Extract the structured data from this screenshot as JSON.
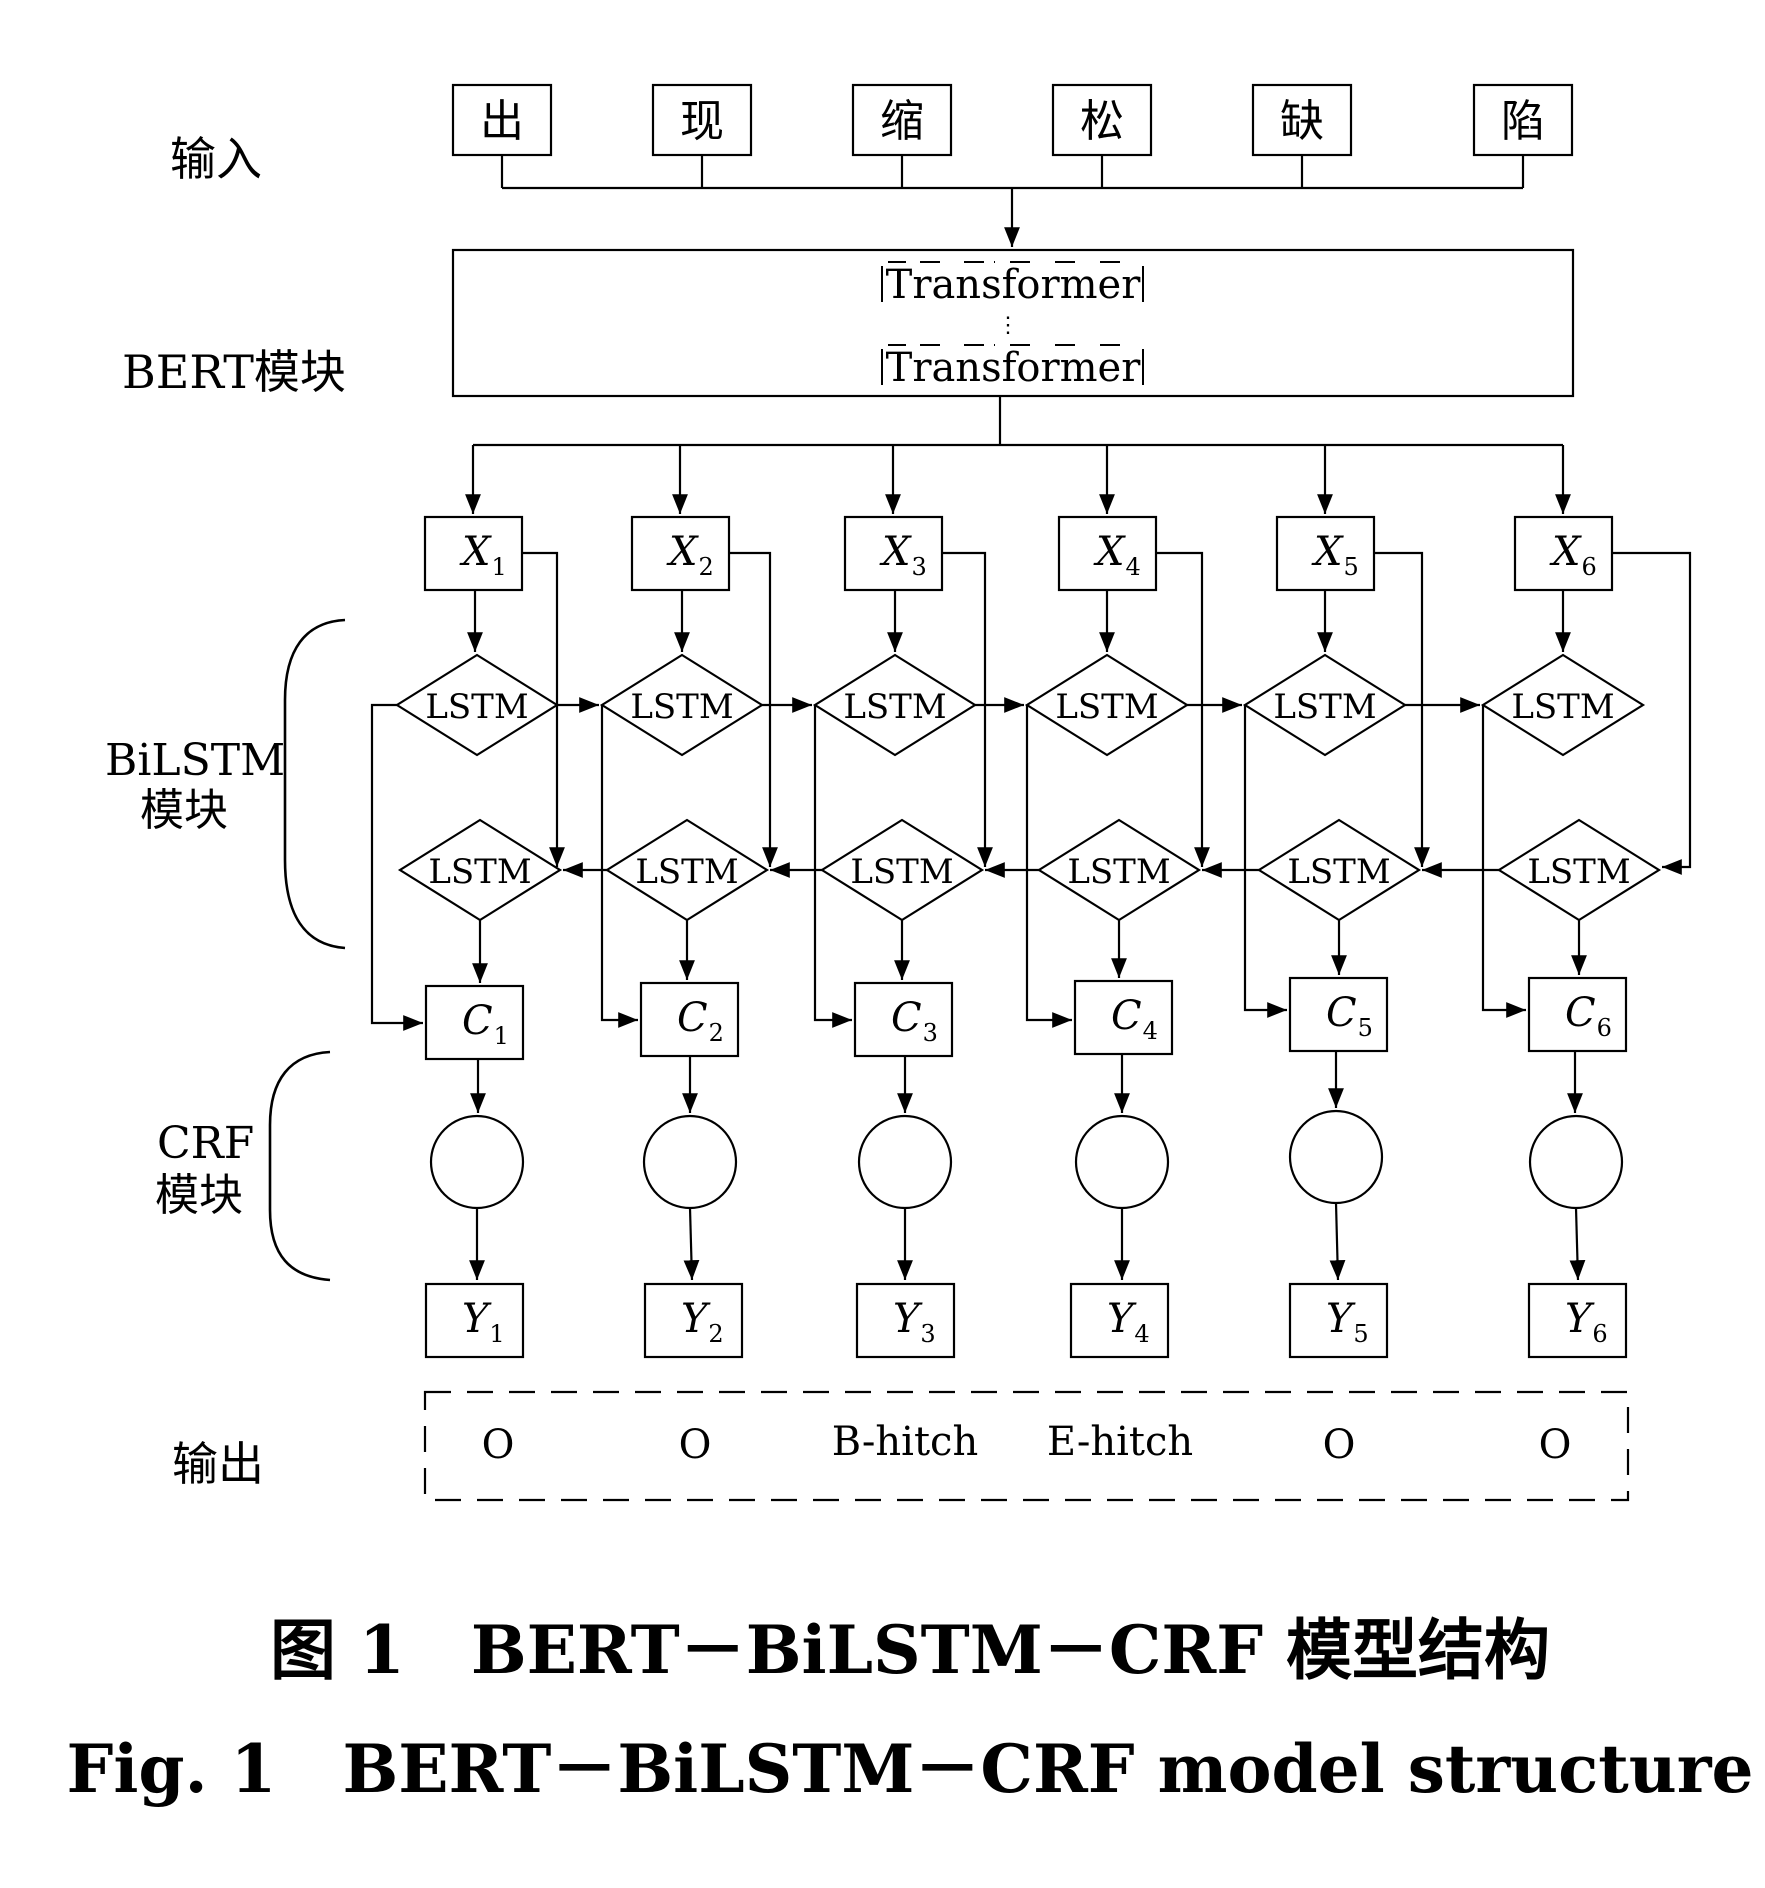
{
  "labels": {
    "input": "输入",
    "bert": "BERT模块",
    "bilstm_line1": "BiLSTM",
    "bilstm_line2": "模块",
    "crf_line1": "CRF",
    "crf_line2": "模块",
    "output": "输出"
  },
  "inputs": [
    "出",
    "现",
    "缩",
    "松",
    "缺",
    "陷"
  ],
  "transformer_label": "Transformer",
  "ellipsis": "⋮",
  "lstm_label": "LSTM",
  "x_letter": "X",
  "c_letter": "C",
  "y_letter": "Y",
  "subscripts": [
    "1",
    "2",
    "3",
    "4",
    "5",
    "6"
  ],
  "output_tags": [
    "O",
    "O",
    "B-hitch",
    "E-hitch",
    "O",
    "O"
  ],
  "caption_cn": "图 1　BERT－BiLSTM－CRF 模型结构",
  "caption_en": "Fig. 1　BERT－BiLSTM－CRF model structure"
}
